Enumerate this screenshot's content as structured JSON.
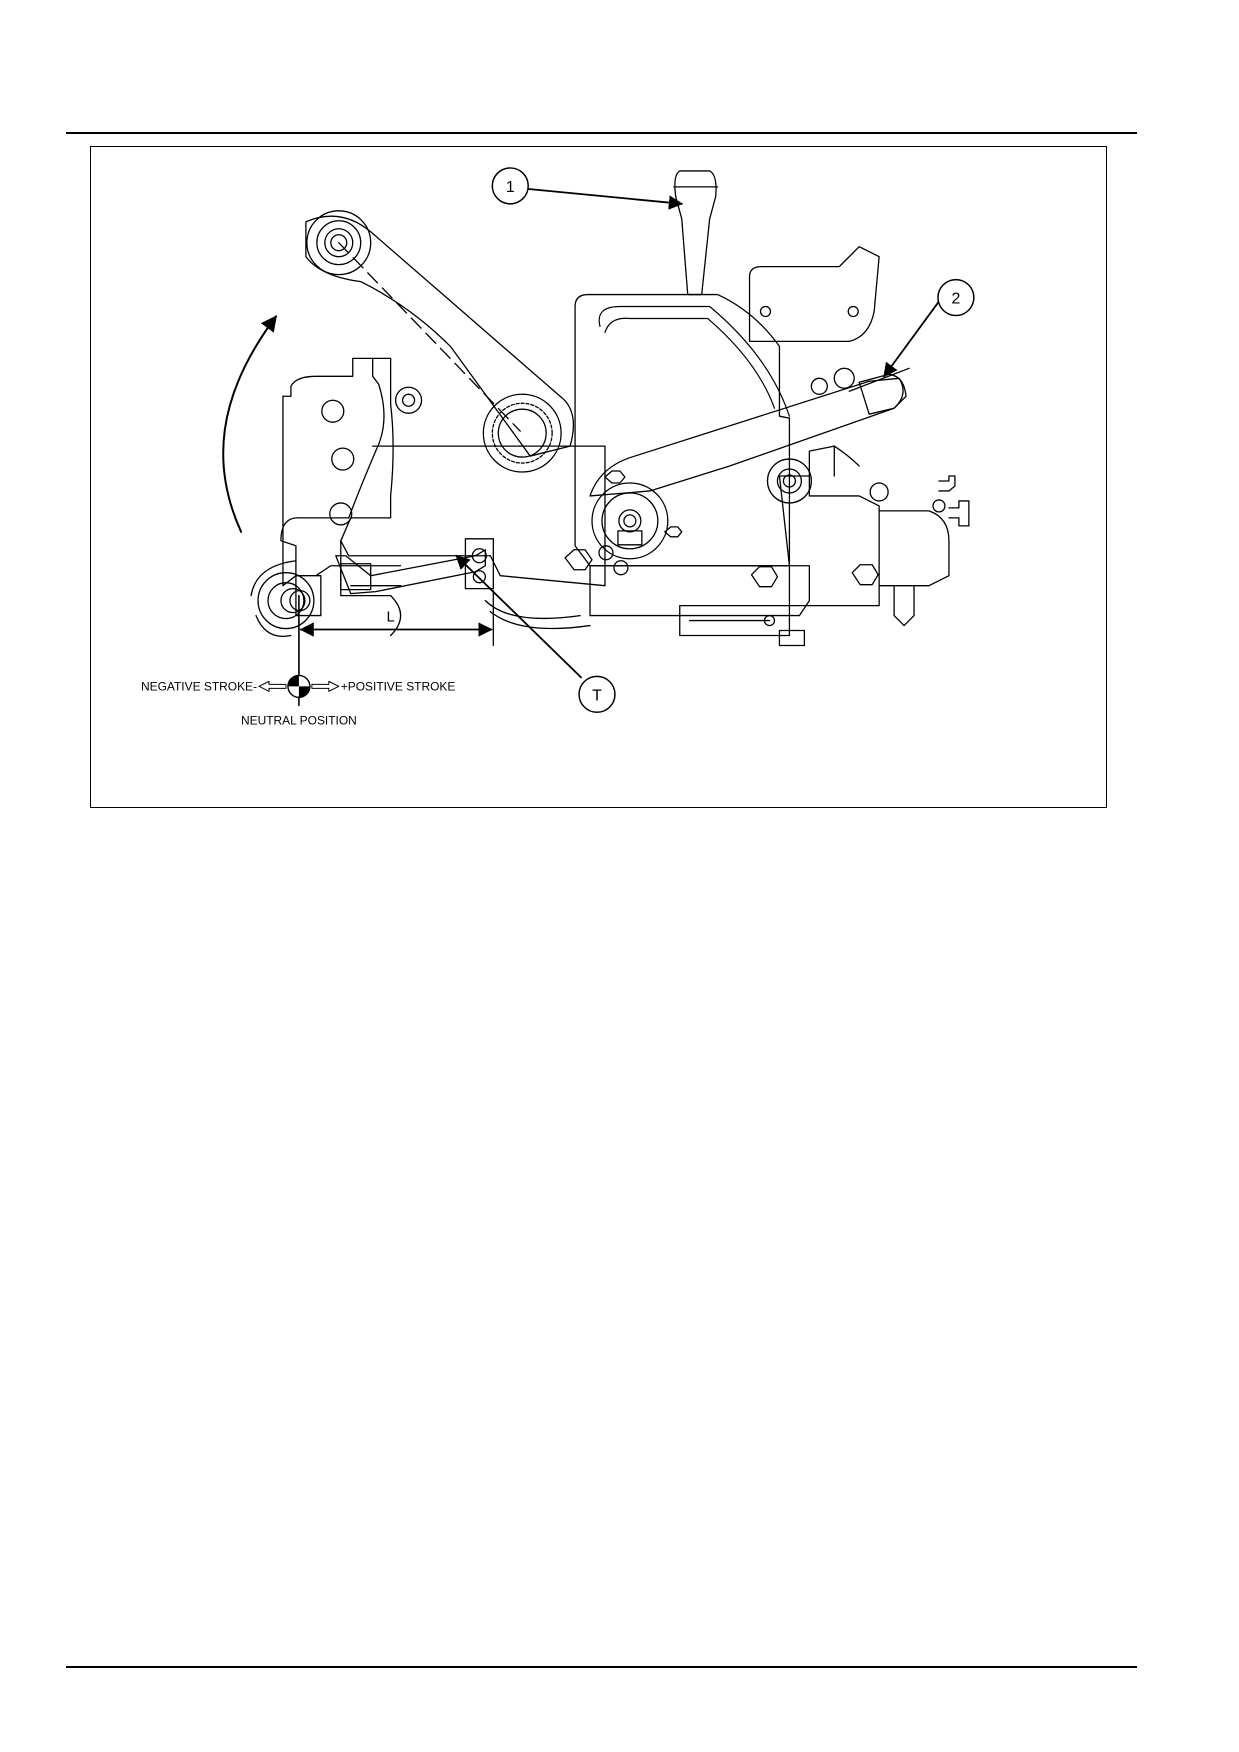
{
  "figure": {
    "callouts": {
      "c1": "1",
      "c2": "2",
      "cT": "T"
    },
    "dimension_label": "L",
    "legend": {
      "negative": "NEGATIVE STROKE-",
      "positive": "+POSITIVE STROKE",
      "neutral": "NEUTRAL POSITION"
    }
  }
}
